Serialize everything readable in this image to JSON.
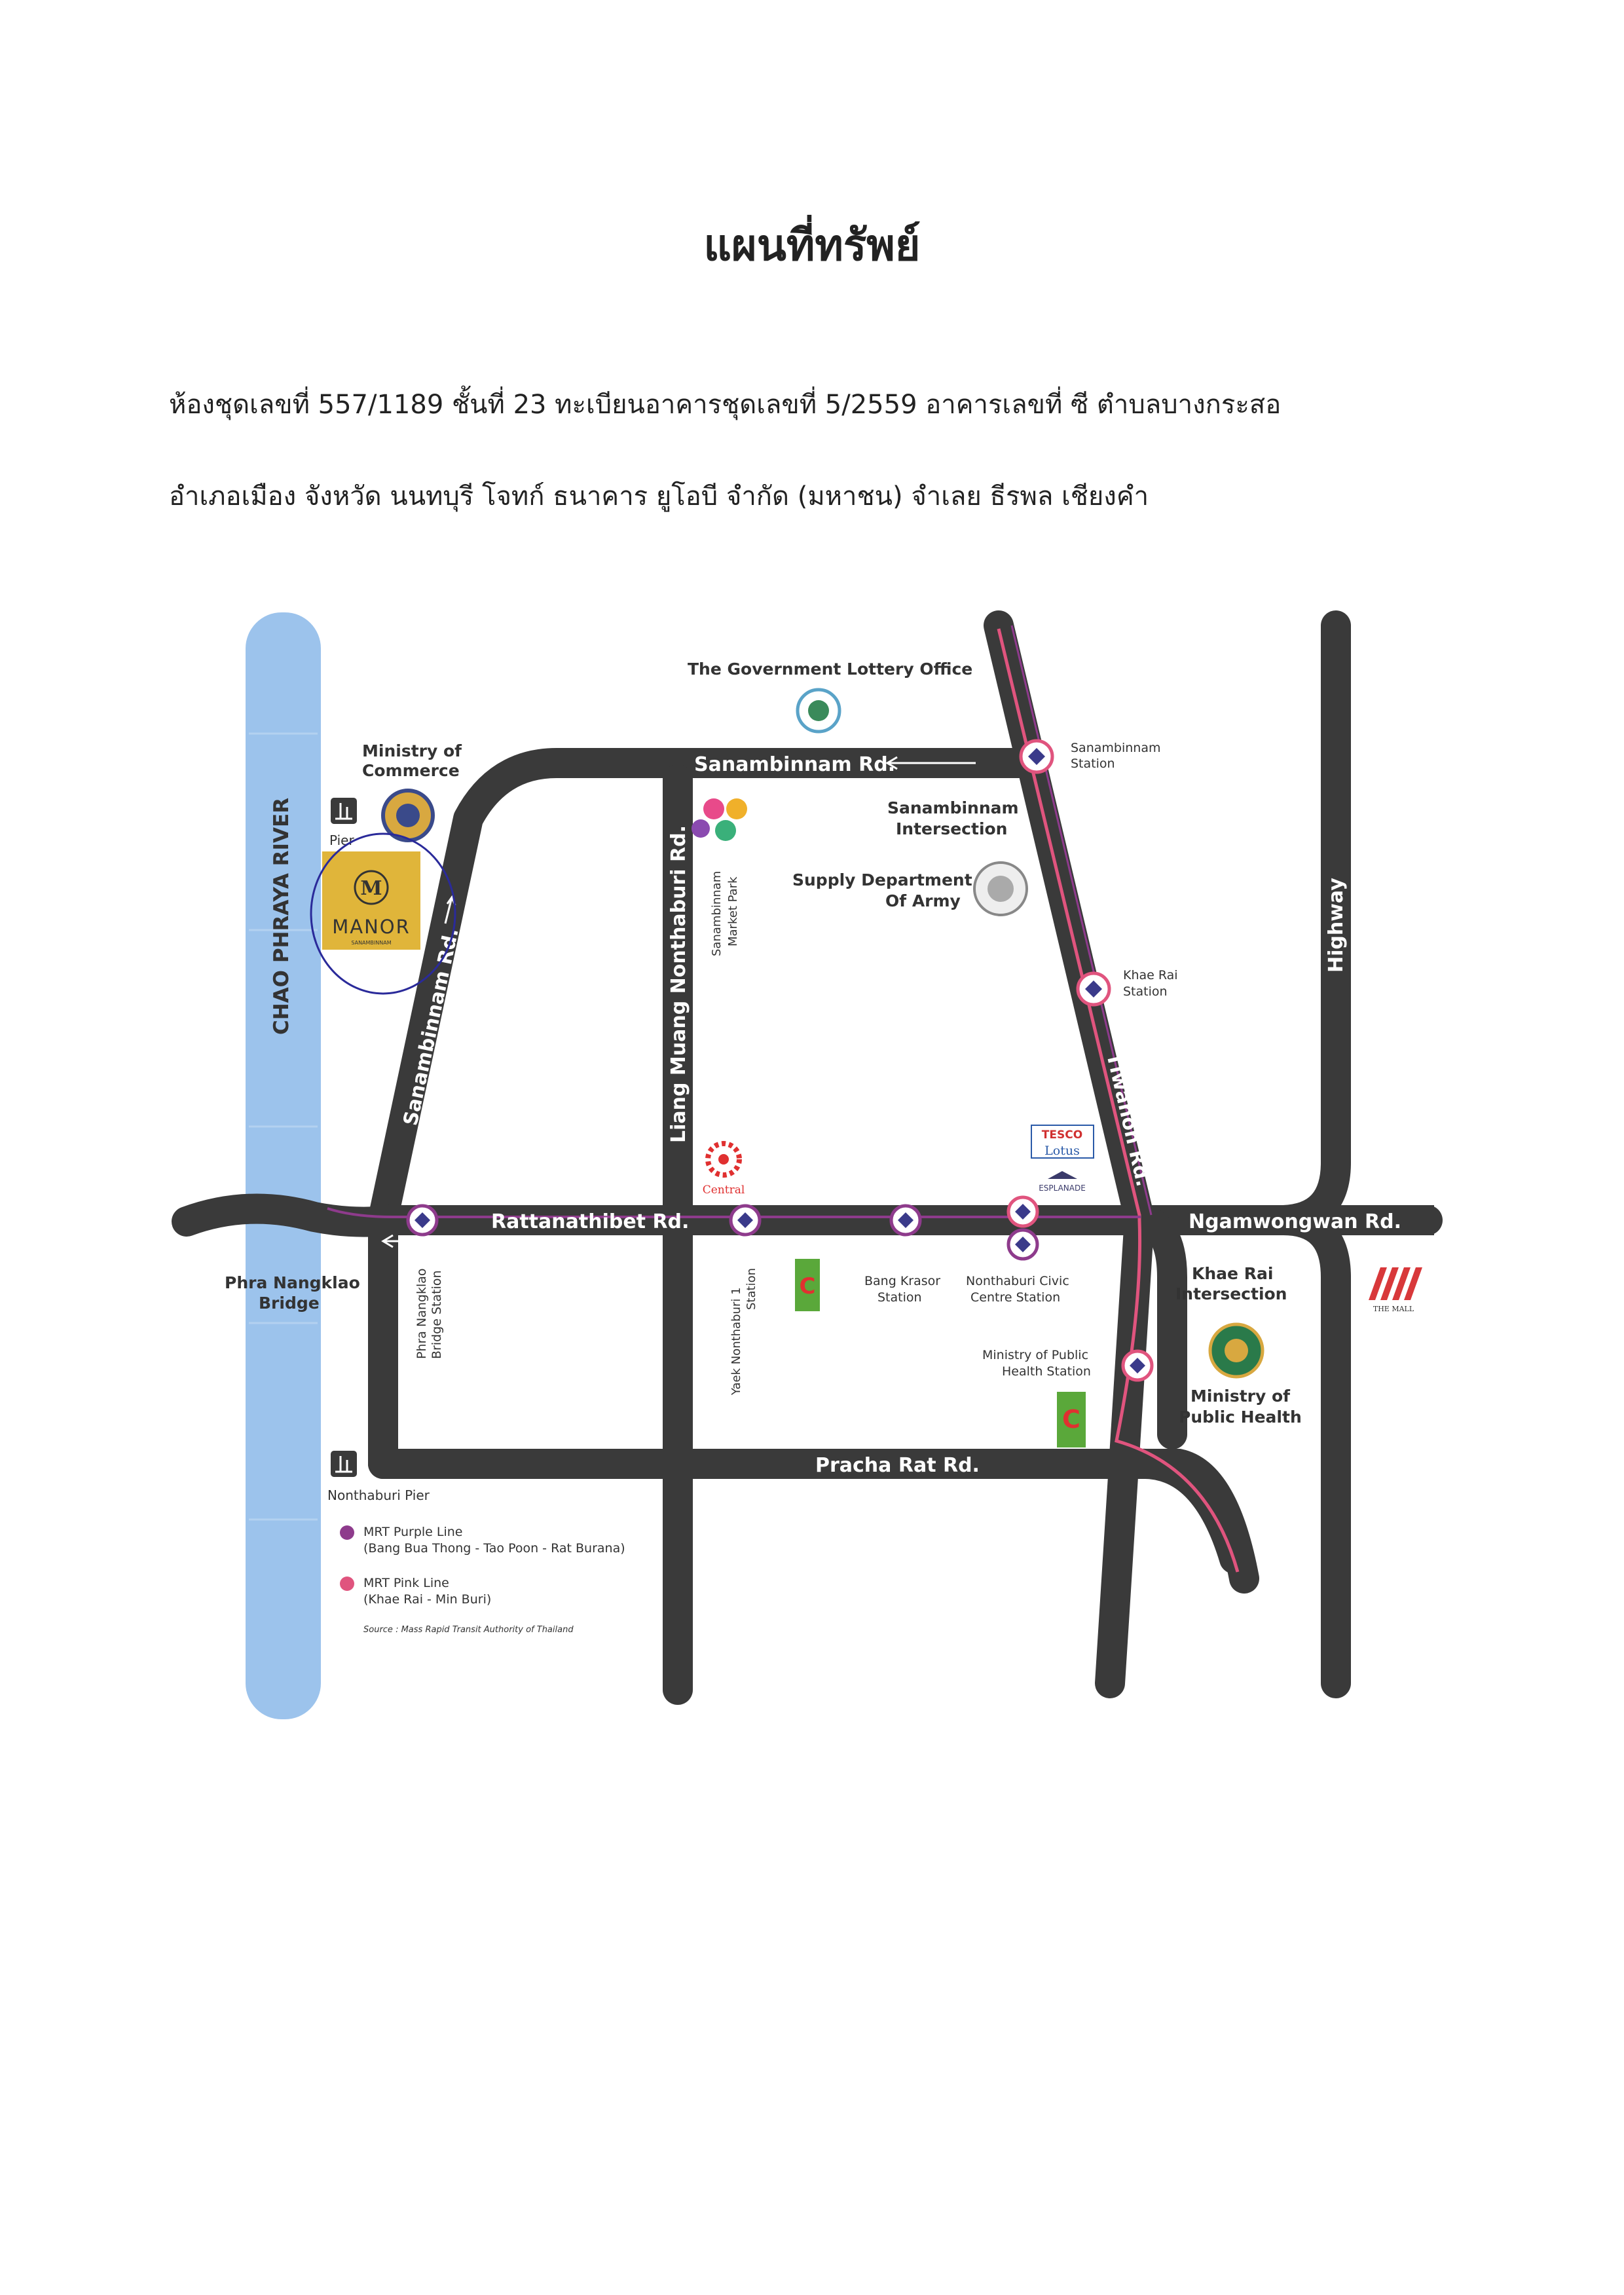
{
  "title": "แผนที่ทรัพย์",
  "description_line1": "ห้องชุดเลขที่ 557/1189 ชั้นที่ 23 ทะเบียนอาคารชุดเลขที่ 5/2559  อาคารเลขที่  ซี ตำบลบางกระสอ",
  "description_line2": "อำเภอเมือง  จังหวัด นนทบุรี      โจทก์ ธนาคาร ยูโอบี  จำกัด (มหาชน)     จำเลย ธีรพล  เชียงคำ",
  "map": {
    "river": "CHAO PHRAYA RIVER",
    "roads": {
      "sanambinnam_top": "Sanambinnam Rd.",
      "sanambinnam_diag": "Sanambinnam Rd.",
      "liang_muang": "Liang Muang Nonthaburi Rd.",
      "rattanathibet": "Rattanathibet Rd.",
      "ngamwongwan": "Ngamwongwan Rd.",
      "tiwanon": "Tiwanon Rd.",
      "highway": "Highway",
      "pracha_rat": "Pracha Rat Rd."
    },
    "places": {
      "lottery": "The Government Lottery Office",
      "ministry_commerce_1": "Ministry of",
      "ministry_commerce_2": "Commerce",
      "pier_top": "Pier",
      "manor": "MANOR",
      "manor_sub": "SANAMBINNAM",
      "sanambinnam_station_1": "Sanambinnam",
      "sanambinnam_station_2": "Station",
      "sanambinnam_int_1": "Sanambinnam",
      "sanambinnam_int_2": "Intersection",
      "market_park_1": "Sanambinnam",
      "market_park_2": "Market Park",
      "supply_1": "Supply Department",
      "supply_2": "Of Army",
      "khae_rai_station_1": "Khae Rai",
      "khae_rai_station_2": "Station",
      "tesco": "TESCO",
      "lotus": "Lotus",
      "esplanade": "ESPLANADE",
      "central": "Central",
      "phra_nangklao_bridge_1": "Phra Nangklao",
      "phra_nangklao_bridge_2": "Bridge",
      "phra_nangklao_station_1": "Phra Nangklao",
      "phra_nangklao_station_2": "Bridge Station",
      "yaek_station_1": "Yaek Nonthaburi 1",
      "yaek_station_2": "Station",
      "bang_krasor_1": "Bang Krasor",
      "bang_krasor_2": "Station",
      "civic_1": "Nonthaburi Civic",
      "civic_2": "Centre Station",
      "khae_rai_int_1": "Khae Rai",
      "khae_rai_int_2": "Intersection",
      "the_mall": "THE MALL",
      "moph_station_1": "Ministry of Public",
      "moph_station_2": "Health Station",
      "moph_1": "Ministry of",
      "moph_2": "Public Health",
      "nonthaburi_pier": "Nonthaburi Pier"
    },
    "legend": {
      "purple_1": "MRT Purple Line",
      "purple_2": "(Bang Bua Thong - Tao Poon - Rat Burana)",
      "pink_1": "MRT Pink Line",
      "pink_2": "(Khae Rai - Min Buri)",
      "source": "Source : Mass Rapid Transit Authority of Thailand"
    },
    "colors": {
      "road": "#3a3a3a",
      "river": "#9cc3ec",
      "pink_line": "#e0547e",
      "purple_line": "#8e3b8c",
      "manor_gold": "#e0b53a",
      "bigc_green": "#5aa83a",
      "mall_red": "#d8383a"
    }
  }
}
